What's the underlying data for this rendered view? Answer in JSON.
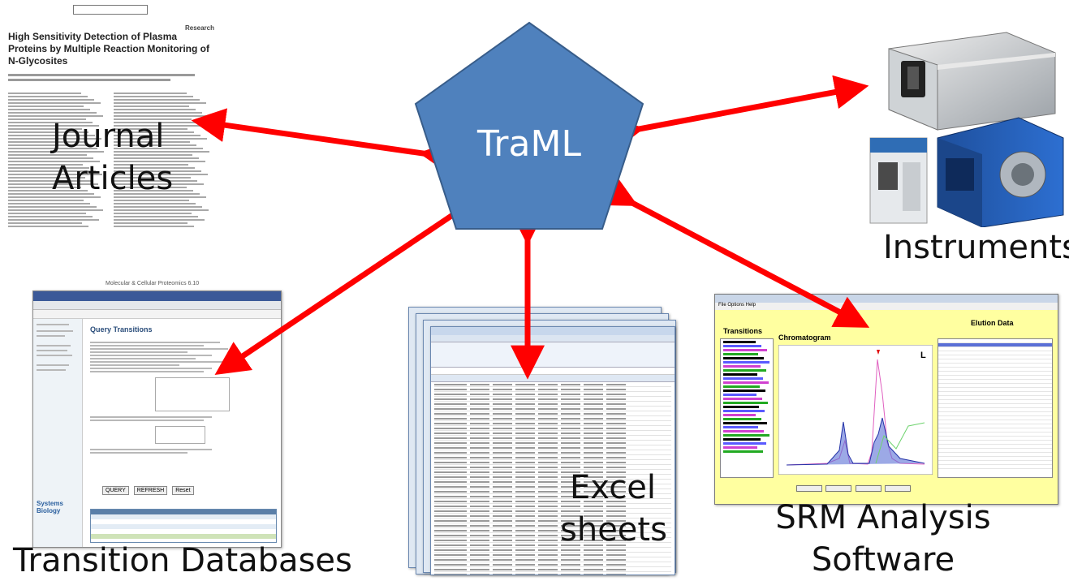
{
  "center": {
    "label": "TraML"
  },
  "nodes": {
    "journal": {
      "label_line1": "Journal",
      "label_line2": "Articles"
    },
    "instruments": {
      "label": "Instruments"
    },
    "transition_databases": {
      "label": "Transition Databases"
    },
    "excel": {
      "label_line1": "Excel",
      "label_line2": "sheets"
    },
    "srm": {
      "label_line1": "SRM Analysis",
      "label_line2": "Software"
    }
  },
  "paper": {
    "section": "Research",
    "title": "High Sensitivity Detection of Plasma Proteins by Multiple Reaction Monitoring of N-Glycosites",
    "footer": "Molecular & Cellular Proteomics 6.10"
  },
  "database_app": {
    "page_title": "Query Transitions",
    "button_query": "QUERY",
    "button_refresh": "REFRESH",
    "button_reset": "Reset",
    "logo": "Systems Biology"
  },
  "srm_app": {
    "panel_transitions": "Transitions",
    "panel_chromatogram": "Chromatogram",
    "panel_elution": "Elution Data",
    "chrom_marker": "L",
    "menu": "File  Options  Help"
  },
  "colors": {
    "arrow": "#ff0000",
    "pentagon_fill": "#4f81bd",
    "pentagon_stroke": "#385d8a",
    "center_text": "#ffffff"
  }
}
